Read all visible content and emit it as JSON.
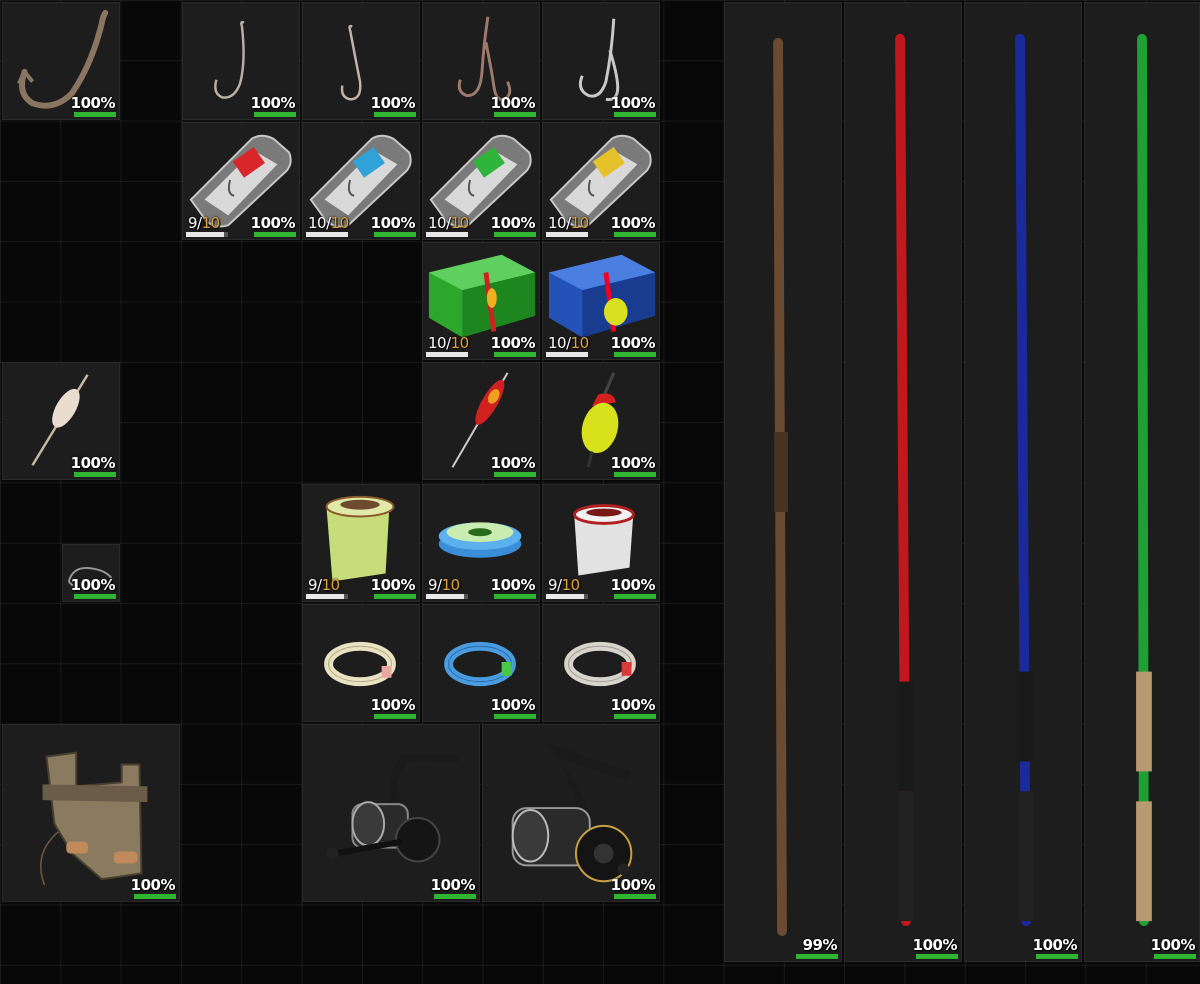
{
  "inventory": {
    "small_items": [
      {
        "name": "large-hook",
        "icon": "hook-icon",
        "durability_label": "100%",
        "durability": 1.0
      },
      {
        "name": "hook-small-1",
        "icon": "hook-icon",
        "durability_label": "100%",
        "durability": 1.0
      },
      {
        "name": "hook-small-2",
        "icon": "hook-icon",
        "durability_label": "100%",
        "durability": 1.0
      },
      {
        "name": "double-hook",
        "icon": "double-hook-icon",
        "durability_label": "100%",
        "durability": 1.0
      },
      {
        "name": "treble-hook",
        "icon": "treble-hook-icon",
        "durability_label": "100%",
        "durability": 1.0
      },
      {
        "name": "hook-pack-d",
        "icon": "hook-pack-icon",
        "durability_label": "100%",
        "durability": 1.0,
        "qty": "9/",
        "qty_max": "10",
        "fill": 0.9
      },
      {
        "name": "hook-pack-a",
        "icon": "hook-pack-icon",
        "durability_label": "100%",
        "durability": 1.0,
        "qty": "10/",
        "qty_max": "10",
        "fill": 1.0
      },
      {
        "name": "hook-pack-b",
        "icon": "hook-pack-icon",
        "durability_label": "100%",
        "durability": 1.0,
        "qty": "10/",
        "qty_max": "10",
        "fill": 1.0
      },
      {
        "name": "hook-pack-c",
        "icon": "hook-pack-icon",
        "durability_label": "100%",
        "durability": 1.0,
        "qty": "10/",
        "qty_max": "10",
        "fill": 1.0
      },
      {
        "name": "float-box-green",
        "icon": "float-box-icon",
        "durability_label": "100%",
        "durability": 1.0,
        "qty": "10/",
        "qty_max": "10",
        "fill": 1.0
      },
      {
        "name": "float-box-blue",
        "icon": "float-box-icon",
        "durability_label": "100%",
        "durability": 1.0,
        "qty": "10/",
        "qty_max": "10",
        "fill": 1.0
      },
      {
        "name": "quill-float",
        "icon": "quill-float-icon",
        "durability_label": "100%",
        "durability": 1.0
      },
      {
        "name": "red-float",
        "icon": "float-icon",
        "durability_label": "100%",
        "durability": 1.0
      },
      {
        "name": "yellow-float",
        "icon": "float-icon",
        "durability_label": "100%",
        "durability": 1.0
      },
      {
        "name": "wire-line",
        "icon": "wire-icon",
        "durability_label": "100%",
        "durability": 1.0
      },
      {
        "name": "line-spool-green",
        "icon": "spool-icon",
        "durability_label": "100%",
        "durability": 1.0,
        "qty": "9/",
        "qty_max": "10",
        "fill": 0.9
      },
      {
        "name": "line-spool-blue",
        "icon": "spool-icon",
        "durability_label": "100%",
        "durability": 1.0,
        "qty": "9/",
        "qty_max": "10",
        "fill": 0.9
      },
      {
        "name": "line-spool-white",
        "icon": "spool-icon",
        "durability_label": "100%",
        "durability": 1.0,
        "qty": "9/",
        "qty_max": "10",
        "fill": 0.9
      },
      {
        "name": "line-coil-cream",
        "icon": "line-coil-icon",
        "durability_label": "100%",
        "durability": 1.0
      },
      {
        "name": "line-coil-blue",
        "icon": "line-coil-icon",
        "durability_label": "100%",
        "durability": 1.0
      },
      {
        "name": "line-coil-red",
        "icon": "line-coil-icon",
        "durability_label": "100%",
        "durability": 1.0
      },
      {
        "name": "wooden-reel",
        "icon": "wooden-reel-icon",
        "durability_label": "100%",
        "durability": 1.0
      },
      {
        "name": "spinning-reel-1",
        "icon": "spinning-reel-icon",
        "durability_label": "100%",
        "durability": 1.0
      },
      {
        "name": "spinning-reel-2",
        "icon": "spinning-reel-icon",
        "durability_label": "100%",
        "durability": 1.0
      }
    ],
    "rods": [
      {
        "name": "wooden-rod",
        "icon": "fishing-rod-icon",
        "durability_label": "99%",
        "durability": 0.99,
        "color": "#6b4a32"
      },
      {
        "name": "red-rod",
        "icon": "fishing-rod-icon",
        "durability_label": "100%",
        "durability": 1.0,
        "color": "#c0181c"
      },
      {
        "name": "blue-rod",
        "icon": "fishing-rod-icon",
        "durability_label": "100%",
        "durability": 1.0,
        "color": "#1a2a9c"
      },
      {
        "name": "green-rod",
        "icon": "fishing-rod-icon",
        "durability_label": "100%",
        "durability": 1.0,
        "color": "#1fa035"
      }
    ]
  }
}
